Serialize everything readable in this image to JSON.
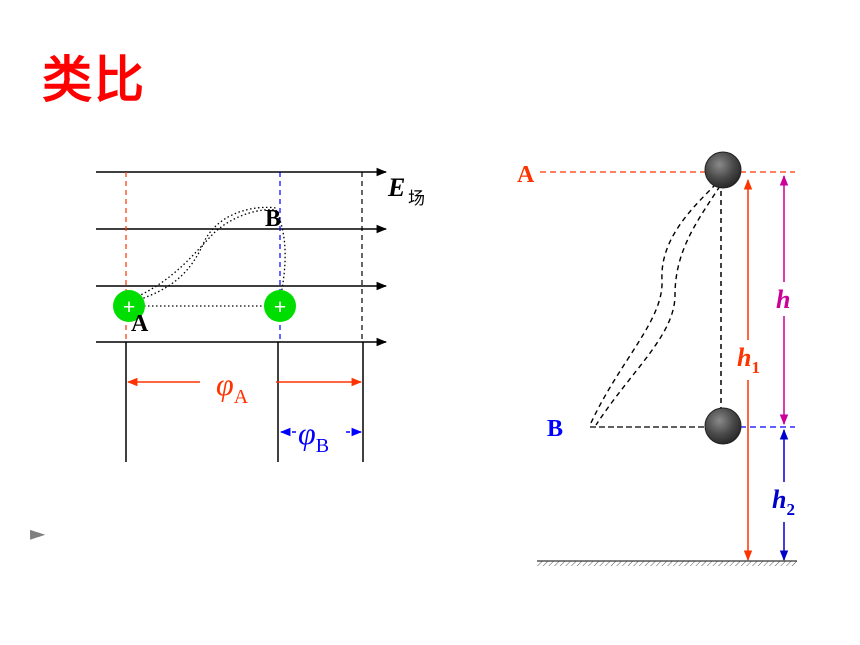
{
  "title": "类比",
  "bullet_glyph": "►",
  "colors": {
    "title": "#ff0000",
    "phi_a": "#ff3300",
    "phi_b": "#0000ff",
    "h": "#cc0099",
    "h1": "#ff3300",
    "h2": "#0000cc",
    "label_a_right": "#ff3300",
    "label_b_right": "#0000ff",
    "charge": "#00dd00",
    "ball": "#555555"
  },
  "field_diagram": {
    "field_label": "E",
    "field_label_suffix": "场",
    "point_a": "A",
    "point_b": "B",
    "charge_symbol": "+",
    "phi_symbol": "φ",
    "phi_a_sub": "A",
    "phi_b_sub": "B"
  },
  "gravity_diagram": {
    "label_a": "A",
    "label_b": "B",
    "h": "h",
    "h1_base": "h",
    "h1_sub": "1",
    "h2_base": "h",
    "h2_sub": "2"
  }
}
